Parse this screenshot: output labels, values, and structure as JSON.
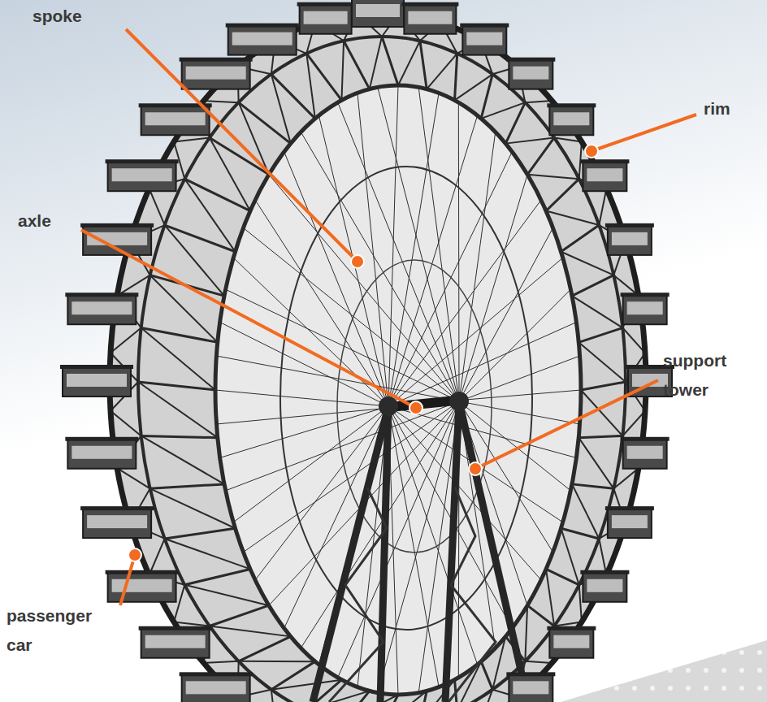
{
  "diagram": {
    "labels": [
      "spoke",
      "rim",
      "axle",
      "support tower",
      "passenger car"
    ]
  }
}
